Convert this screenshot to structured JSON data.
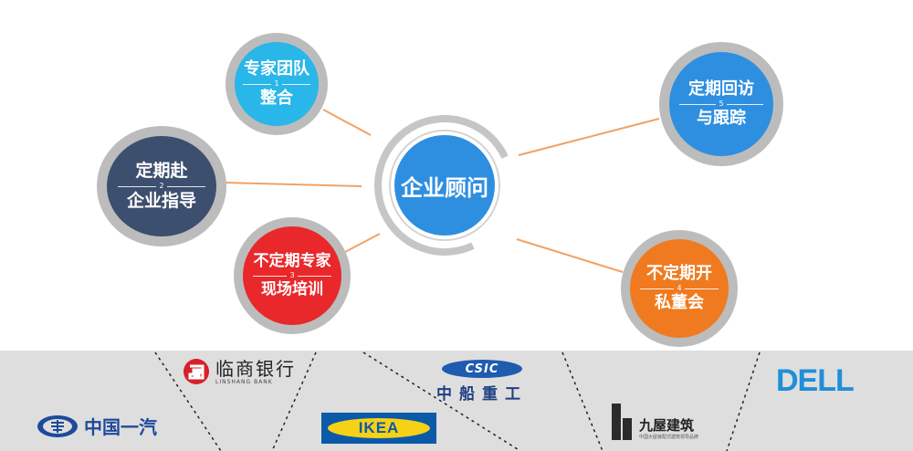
{
  "center_label": "企业顾问",
  "nodes": [
    {
      "id": "n1",
      "num": "1",
      "line1": "专家团队",
      "line2": "整合",
      "color": "#29b6e8"
    },
    {
      "id": "n2",
      "num": "2",
      "line1": "定期赴",
      "line2": "企业指导",
      "color": "#3d4f6e"
    },
    {
      "id": "n3",
      "num": "3",
      "line1": "不定期专家",
      "line2": "现场培训",
      "color": "#e8282a"
    },
    {
      "id": "n4",
      "num": "4",
      "line1": "不定期开",
      "line2": "私董会",
      "color": "#f07a1f"
    },
    {
      "id": "n5",
      "num": "5",
      "line1": "定期回访",
      "line2": "与跟踪",
      "color": "#2e8fe0"
    }
  ],
  "logos": {
    "linshang_cn": "临商银行",
    "linshang_en": "LINSHANG BANK",
    "csic_badge": "CSIC",
    "csic_cn": "中船重工",
    "faw": "中国一汽",
    "ikea": "IKEA",
    "jiuwu": "九屋建筑",
    "jiuwu_sub": "中国大屋装配式建筑领导品牌",
    "dell": "DELL"
  },
  "colors": {
    "connector": "#f0a266",
    "ring": "#bcbcbc",
    "strip": "#dedede"
  }
}
